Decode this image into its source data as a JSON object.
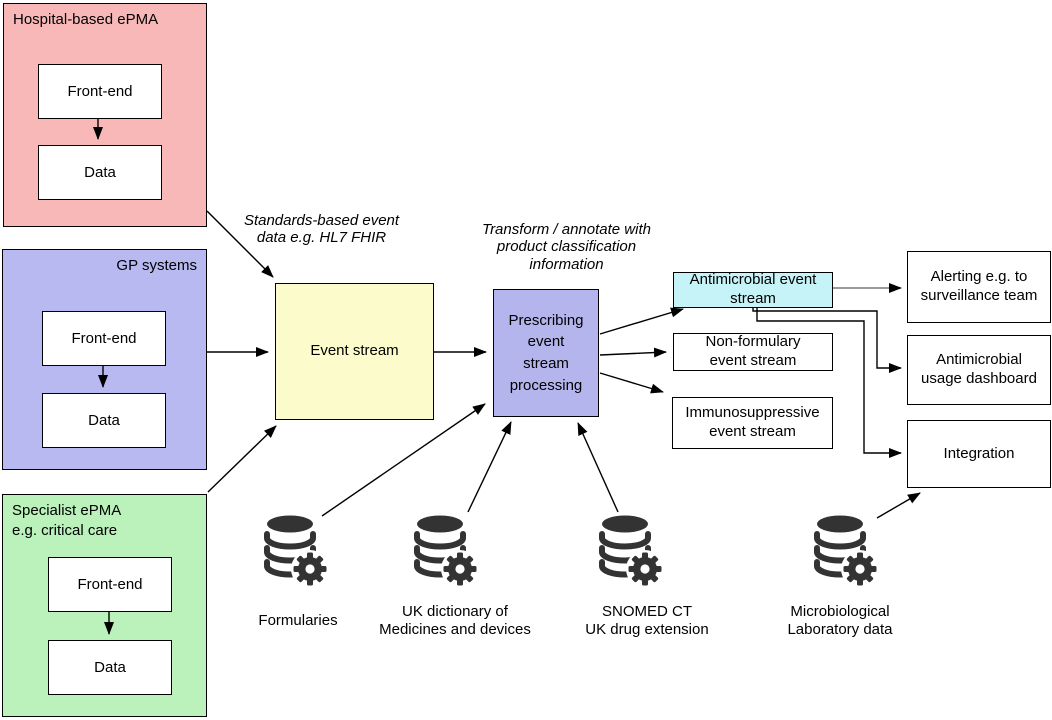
{
  "diagram": {
    "source_systems": [
      {
        "title": "Hospital-based ePMA",
        "front_end": "Front-end",
        "data_store": "Data",
        "color": "#f8b8b8"
      },
      {
        "title": "GP systems",
        "front_end": "Front-end",
        "data_store": "Data",
        "color": "#b9b9f2"
      },
      {
        "title": "Specialist ePMA\ne.g. critical care",
        "front_end": "Front-end",
        "data_store": "Data",
        "color": "#bbf2bb"
      }
    ],
    "event_stream": {
      "label": "Event stream",
      "color": "#fbfbcb"
    },
    "processing": {
      "label": "Prescribing\nevent\nstream\nprocessing",
      "color": "#b5b5ee"
    },
    "annotations": [
      {
        "text": "Standards-based event\ndata e.g. HL7 FHIR"
      },
      {
        "text": "Transform / annotate with\nproduct classification\ninformation"
      }
    ],
    "output_streams": [
      {
        "label": "Antimicrobial event\nstream",
        "color": "#c6f3f8"
      },
      {
        "label": "Non-formulary\nevent stream",
        "color": "#ffffff"
      },
      {
        "label": "Immunosuppressive\nevent stream",
        "color": "#ffffff"
      }
    ],
    "consumers": [
      {
        "label": "Alerting e.g. to\nsurveillance team"
      },
      {
        "label": "Antimicrobial\nusage dashboard"
      },
      {
        "label": "Integration"
      }
    ],
    "reference_data": [
      {
        "label": "Formularies",
        "icon": "database-gear-icon"
      },
      {
        "label": "UK dictionary of\nMedicines and devices",
        "icon": "database-gear-icon"
      },
      {
        "label": "SNOMED CT\nUK drug extension",
        "icon": "database-gear-icon"
      },
      {
        "label": "Microbiological\nLaboratory data",
        "icon": "database-gear-icon"
      }
    ],
    "arrow_colors": {
      "default": "#000000",
      "alerting_link": "#7a7a7a"
    }
  }
}
